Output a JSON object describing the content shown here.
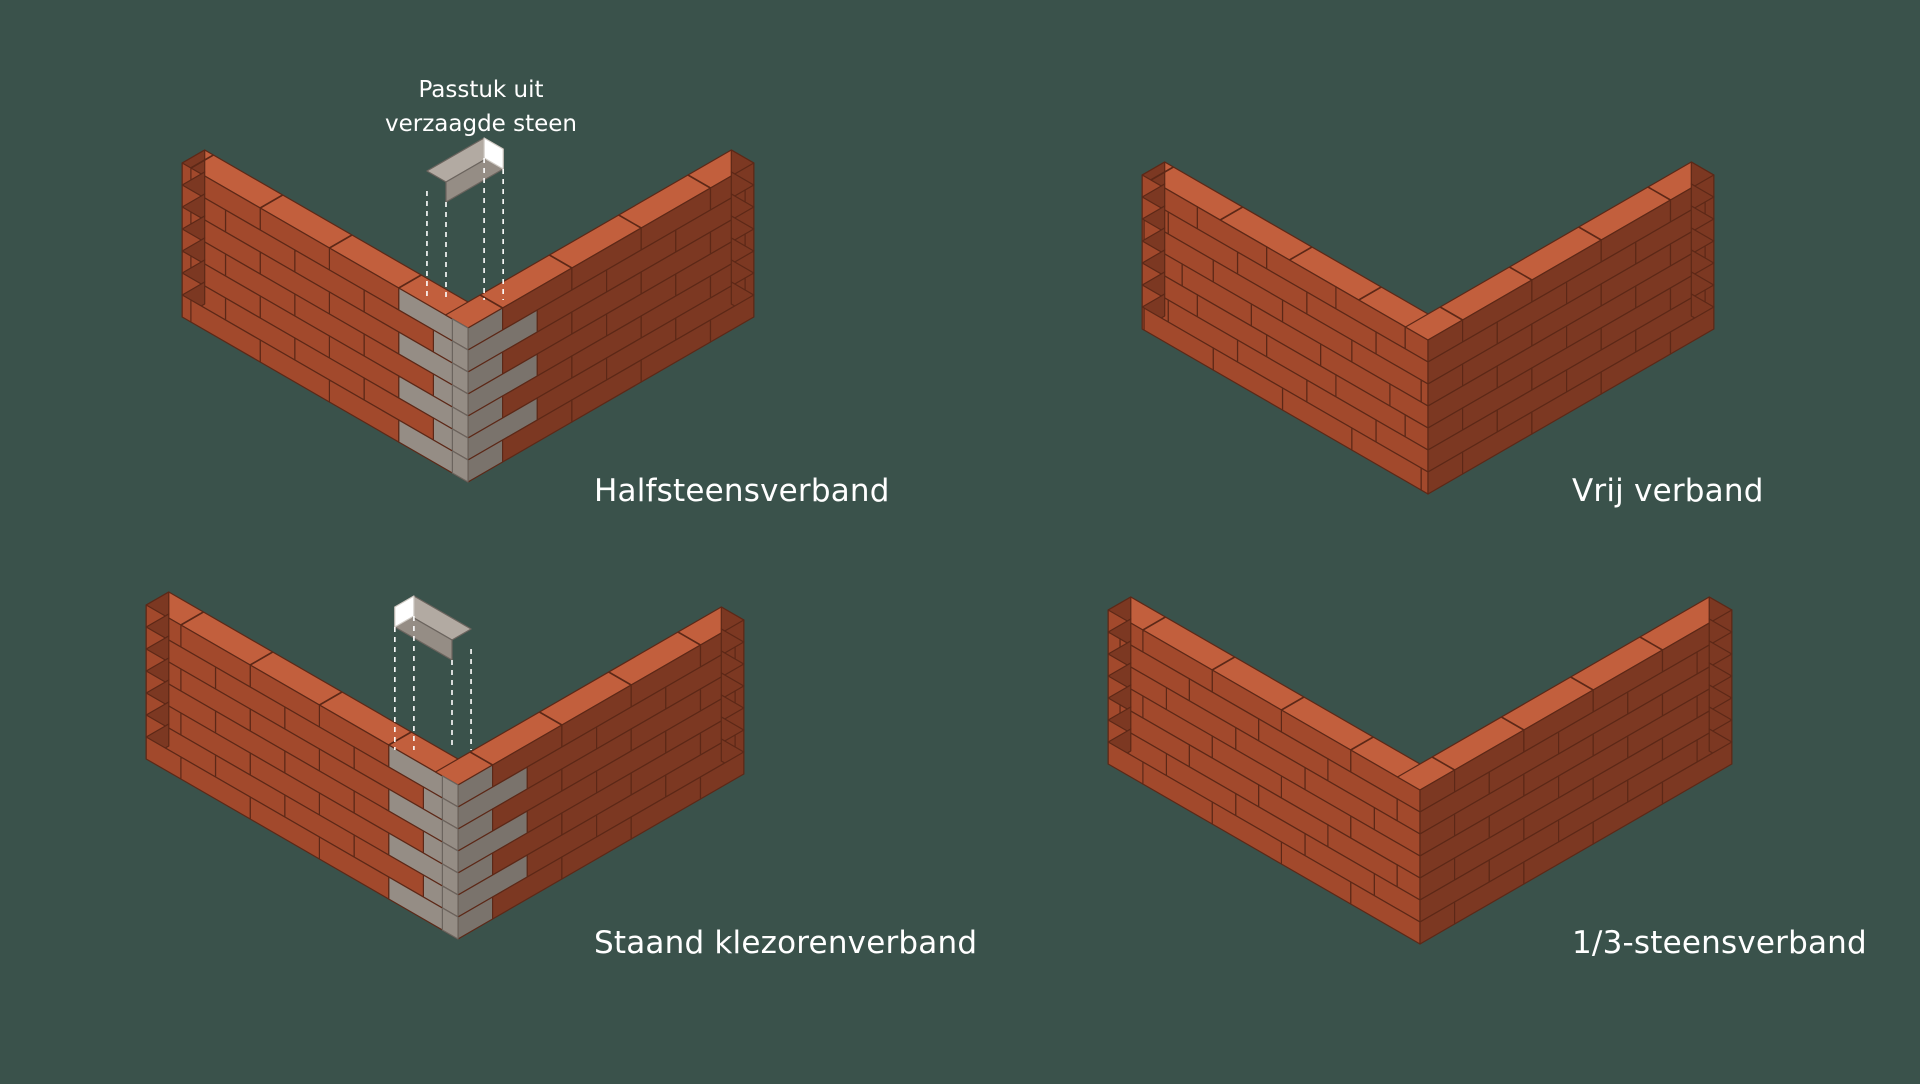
{
  "background_color": "#3a524b",
  "colors": {
    "brick_top": "#c25f3d",
    "brick_front": "#a2492c",
    "brick_side": "#7c3822",
    "mortar_line": "#5c2817",
    "cut_brick_top": "#b2aaa2",
    "cut_brick_front": "#958d85",
    "cut_brick_side": "#7a736c",
    "cut_brick_end": "#ffffff",
    "guide_line": "#ffffff"
  },
  "panels": [
    {
      "id": "halfsteensverband",
      "label": "Halfsteensverband",
      "callout": [
        "Passtuk uit",
        "verzaagde steen"
      ],
      "corner_brick": "cut",
      "icon": "brick-corner-halfsteens-icon"
    },
    {
      "id": "vrij-verband",
      "label": "Vrij verband",
      "corner_brick": "none",
      "icon": "brick-corner-vrij-icon"
    },
    {
      "id": "staand-klezorenverband",
      "label": "Staand klezorenverband",
      "corner_brick": "cut",
      "icon": "brick-corner-klezoren-icon"
    },
    {
      "id": "een-derde-steensverband",
      "label": "1/3-steensverband",
      "corner_brick": "none",
      "icon": "brick-corner-derde-icon"
    }
  ]
}
